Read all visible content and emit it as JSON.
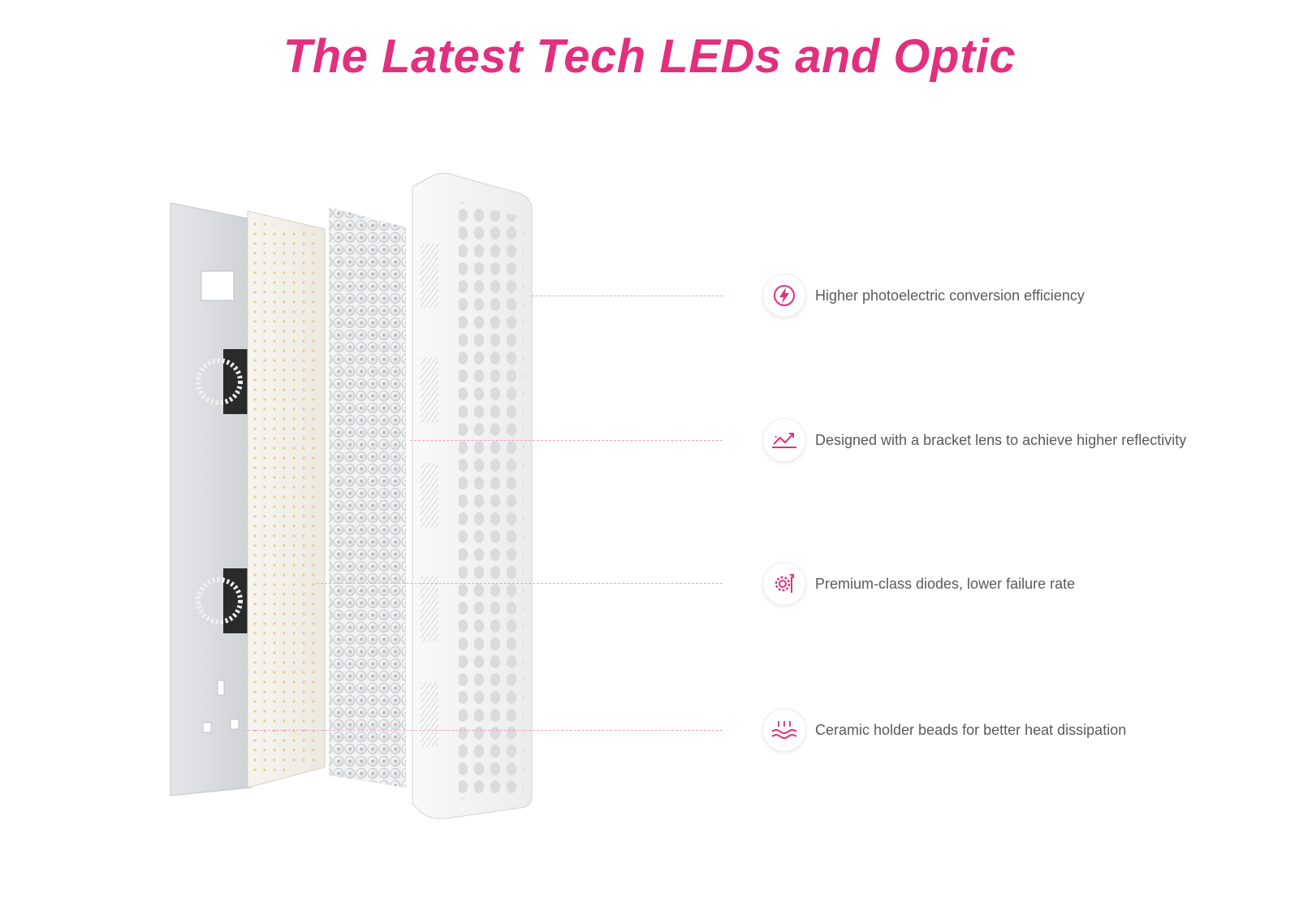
{
  "page": {
    "title": "The Latest Tech LEDs and Optic",
    "accent_color": "#e0307e"
  },
  "features": [
    {
      "icon": "lightning-bolt-icon",
      "text": "Higher photoelectric conversion efficiency"
    },
    {
      "icon": "reflection-arrows-icon",
      "text": "Designed with a bracket lens to achieve higher reflectivity"
    },
    {
      "icon": "gear-wrench-icon",
      "text": "Premium-class diodes, lower failure rate"
    },
    {
      "icon": "heat-dissipation-icon",
      "text": "Ceramic holder beads for better heat dissipation"
    }
  ]
}
